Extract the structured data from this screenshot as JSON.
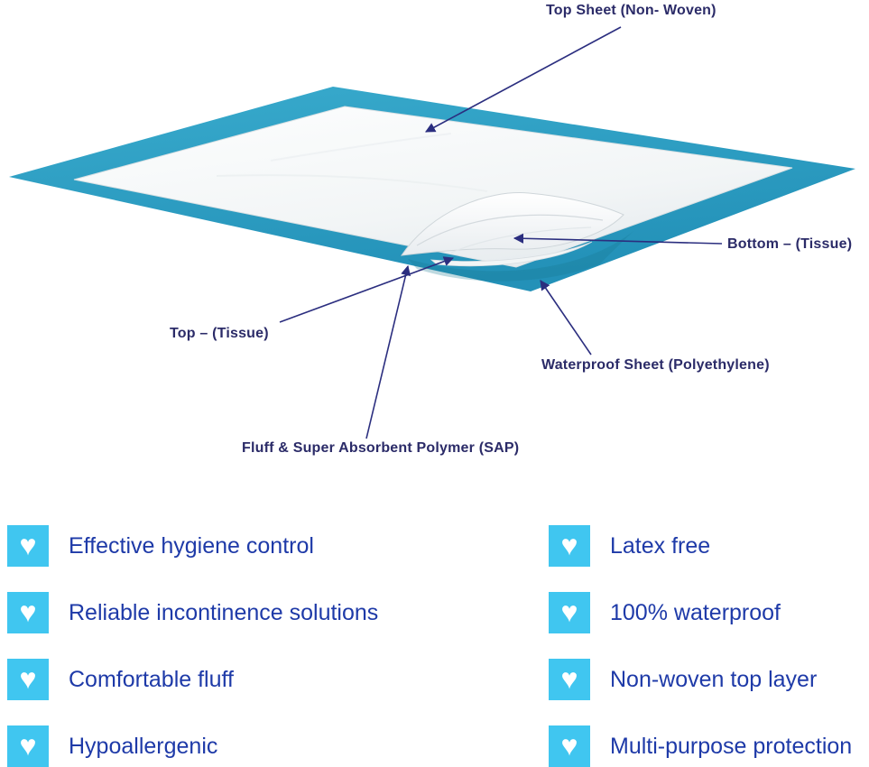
{
  "colors": {
    "pad_teal": "#2da2c6",
    "pad_teal_dark": "#2391b8",
    "heart_box_cyan": "#40c6f0",
    "diagram_label_navy": "#2b2b68",
    "feature_text_blue": "#1e3aa8",
    "arrow_navy": "#2b2e7f"
  },
  "icons": {
    "heart_glyph": "♥"
  },
  "diagram": {
    "labels": [
      {
        "id": "top-sheet",
        "text": "Top Sheet  (Non- Woven)"
      },
      {
        "id": "bottom-tissue",
        "text": "Bottom – (Tissue)"
      },
      {
        "id": "top-tissue",
        "text": "Top – (Tissue)"
      },
      {
        "id": "waterproof",
        "text": "Waterproof Sheet  (Polyethylene)"
      },
      {
        "id": "fluff-sap",
        "text": "Fluff & Super Absorbent Polymer (SAP)"
      }
    ]
  },
  "features": {
    "left": [
      "Effective hygiene control",
      "Reliable incontinence solutions",
      "Comfortable fluff",
      "Hypoallergenic"
    ],
    "right": [
      "Latex free",
      "100% waterproof",
      "Non-woven top layer",
      "Multi-purpose protection"
    ]
  }
}
